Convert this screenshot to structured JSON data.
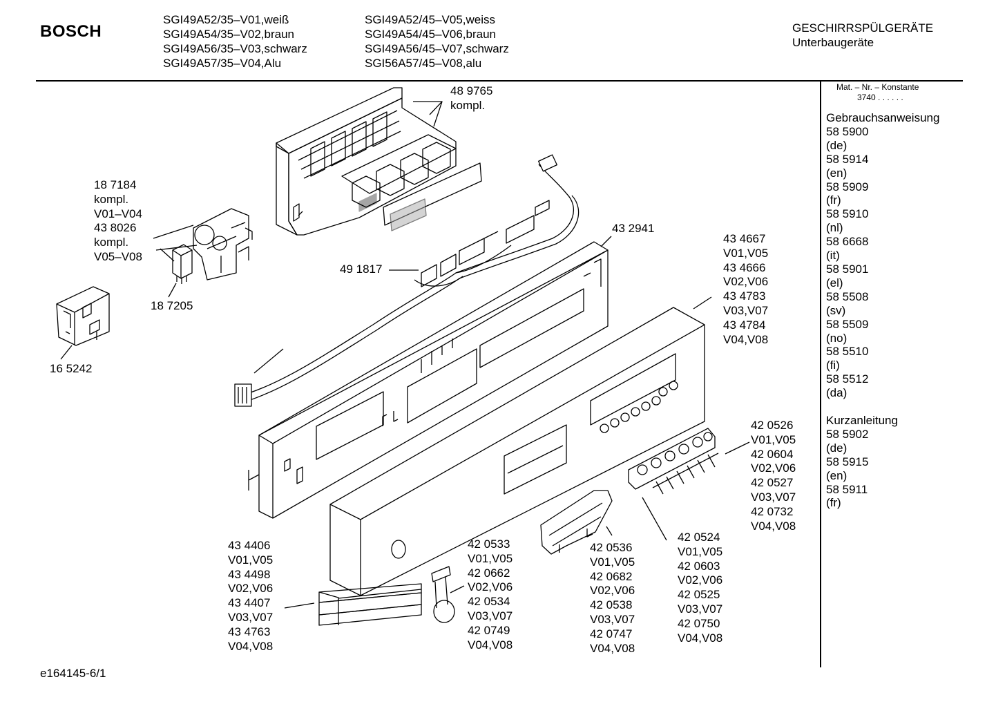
{
  "header": {
    "brand": "BOSCH",
    "models_col1": [
      "SGI49A52/35–V01,weiß",
      "SGI49A54/35–V02,braun",
      "SGI49A56/35–V03,schwarz",
      "SGI49A57/35–V04,Alu"
    ],
    "models_col2": [
      "SGI49A52/45–V05,weiss",
      "SGI49A54/45–V06,braun",
      "SGI49A56/45–V07,schwarz",
      "SGI56A57/45–V08,alu"
    ],
    "category": "GESCHIRRSPÜLGERÄTE",
    "subcategory": "Unterbaugeräte"
  },
  "sidebar": {
    "header": "Mat. – Nr. – Konstante",
    "konstante": "3740 . .  . . . .",
    "groups": [
      {
        "title": "Gebrauchsanweisung",
        "items": [
          "58 5900",
          "(de)",
          "58 5914",
          "(en)",
          "58 5909",
          "(fr)",
          "58 5910",
          "(nl)",
          "58 6668",
          "(it)",
          "58 5901",
          "(el)",
          "58 5508",
          "(sv)",
          "58 5509",
          "(no)",
          "58 5510",
          "(fi)",
          "58 5512",
          "(da)"
        ]
      },
      {
        "title": "Kurzanleitung",
        "items": [
          "58 5902",
          "(de)",
          "58 5915",
          "(en)",
          "58 5911",
          "(fr)"
        ]
      }
    ]
  },
  "parts": {
    "p489765": [
      "48 9765",
      "kompl."
    ],
    "p187184": [
      "18 7184",
      "kompl.",
      "V01–V04",
      "43 8026",
      "kompl.",
      "V05–V08"
    ],
    "p187205": [
      "18 7205"
    ],
    "p165242": [
      "16 5242"
    ],
    "p491817": [
      "49 1817"
    ],
    "p432941": [
      "43 2941"
    ],
    "p434667": [
      "43 4667",
      "V01,V05",
      "43 4666",
      "V02,V06",
      "43 4783",
      "V03,V07",
      "43 4784",
      "V04,V08"
    ],
    "p420526": [
      "42 0526",
      "V01,V05",
      "42 0604",
      "V02,V06",
      "42 0527",
      "V03,V07",
      "42 0732",
      "V04,V08"
    ],
    "p420524": [
      "42 0524",
      "V01,V05",
      "42 0603",
      "V02,V06",
      "42 0525",
      "V03,V07",
      "42 0750",
      "V04,V08"
    ],
    "p420536": [
      "42 0536",
      "V01,V05",
      "42 0682",
      "V02,V06",
      "42 0538",
      "V03,V07",
      "42 0747",
      "V04,V08"
    ],
    "p420533": [
      "42 0533",
      "V01,V05",
      "42 0662",
      "V02,V06",
      "42 0534",
      "V03,V07",
      "42 0749",
      "V04,V08"
    ],
    "p434406": [
      "43 4406",
      "V01,V05",
      "43 4498",
      "V02,V06",
      "43 4407",
      "V03,V07",
      "43 4763",
      "V04,V08"
    ]
  },
  "footer": {
    "drawing_id": "e164145-6/1"
  }
}
